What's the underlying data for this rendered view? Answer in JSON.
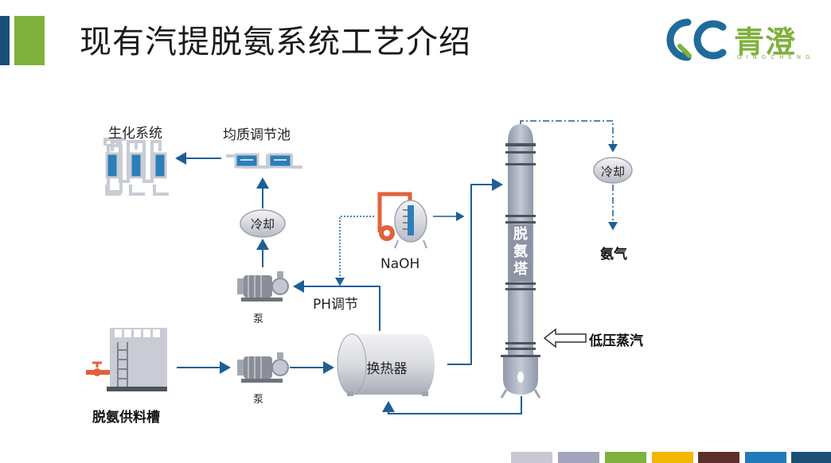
{
  "header": {
    "title": "现有汽提脱氨系统工艺介绍",
    "accent_colors": [
      "#1a4f7a",
      "#7fb13d"
    ]
  },
  "logo": {
    "mark": "QC",
    "name": "青澄",
    "sub": "QINGCHENG",
    "colors": [
      "#1f6c9c",
      "#7fb13d"
    ]
  },
  "diagram": {
    "bio_system": "生化系统",
    "equalization_tank": "均质调节池",
    "cooler_left": "冷却",
    "cooler_right": "冷却",
    "naoh": "NaOH",
    "ph_adjust": "PH调节",
    "pump_top": "泵",
    "pump_bottom": "泵",
    "heat_exchanger": "换热器",
    "feed_tank": "脱氨供料槽",
    "stripper": "脱氨塔",
    "low_pressure_steam": "低压蒸汽",
    "ammonia": "氨气"
  },
  "footer": {
    "swatches": [
      "#c8c8d2",
      "#a3a4bb",
      "#7fb13d",
      "#f2b705",
      "#5e2f2a",
      "#1f7ab8",
      "#1a4f7a"
    ]
  }
}
